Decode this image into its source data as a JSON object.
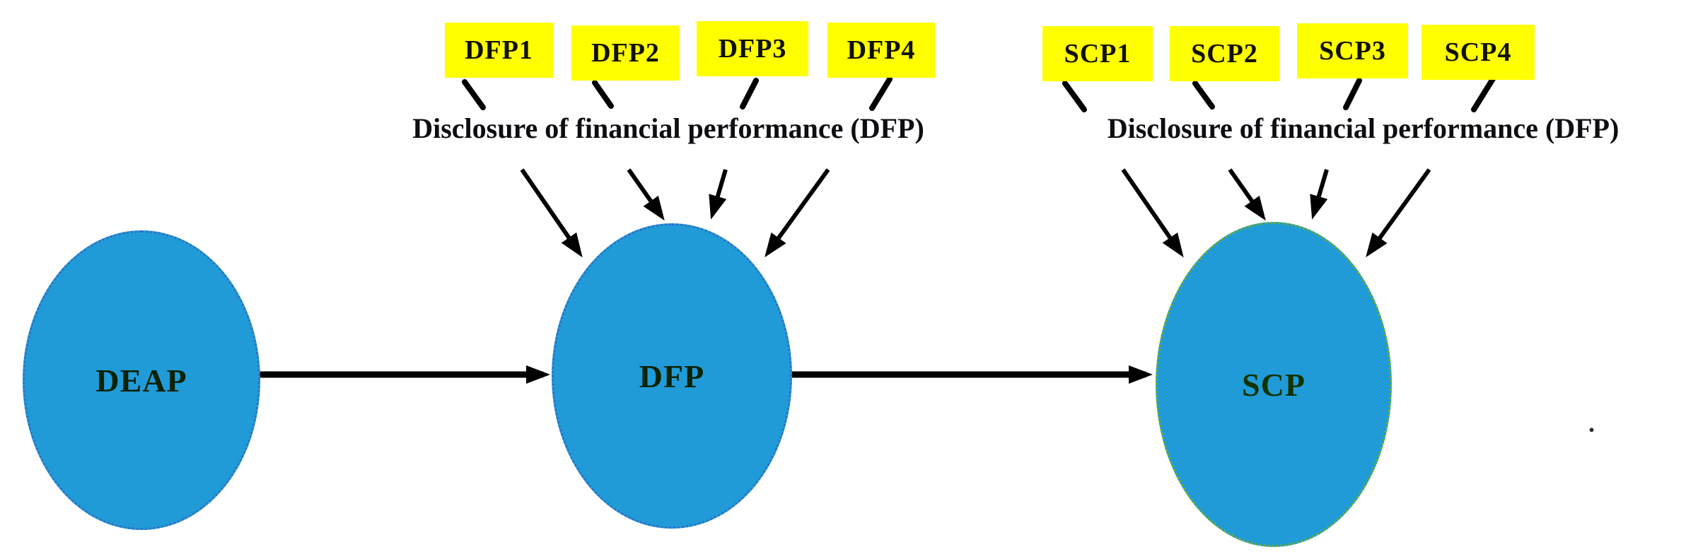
{
  "figure": {
    "type": "sem-path-diagram",
    "background": "#ffffff",
    "arrow_color": "#000000",
    "latent_nodes": [
      {
        "label": "DEAP",
        "fill": "#209bd8",
        "border_color": "#2f6fc1",
        "text_color": "#0a2206"
      },
      {
        "label": "DFP",
        "fill": "#209bd8",
        "border_color": "#2f6fc1",
        "text_color": "#0a2206"
      },
      {
        "label": "SCP",
        "fill": "#209bd8",
        "border_color": "#6fae28",
        "text_color": "#123300"
      }
    ],
    "indicator_groups": [
      {
        "caption": "Disclosure of financial performance (DFP)",
        "target": "DFP",
        "box_fill": "#ffff00",
        "box_text_color": "#111100",
        "indicators": [
          "DFP1",
          "DFP2",
          "DFP3",
          "DFP4"
        ]
      },
      {
        "caption": "Disclosure of financial performance (DFP)",
        "target": "SCP",
        "box_fill": "#ffff00",
        "box_text_color": "#111100",
        "indicators": [
          "SCP1",
          "SCP2",
          "SCP3",
          "SCP4"
        ]
      }
    ],
    "structural_paths": [
      {
        "from": "DEAP",
        "to": "DFP"
      },
      {
        "from": "DFP",
        "to": "SCP"
      }
    ],
    "stray_mark": "."
  }
}
